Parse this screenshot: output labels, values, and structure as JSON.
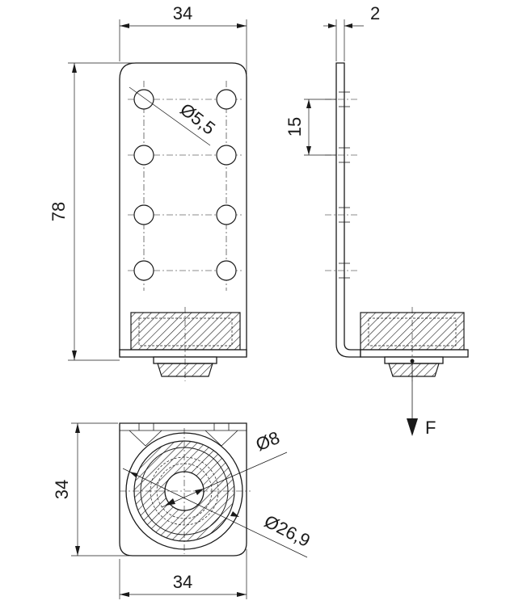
{
  "dimensions": {
    "front_width": "34",
    "front_height": "78",
    "hole_diameter": "Ø5,5",
    "thickness": "2",
    "hole_pitch": "15",
    "top_width": "34",
    "top_height": "34",
    "pad_inner_diameter": "Ø8",
    "pad_outer_diameter": "Ø26,9"
  },
  "force_label": "F"
}
